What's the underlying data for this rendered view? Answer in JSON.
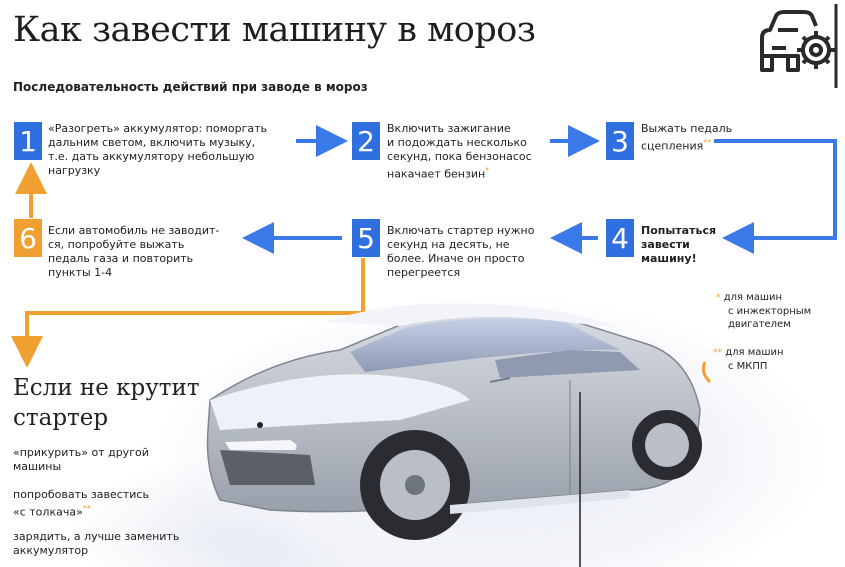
{
  "header": {
    "title": "Как завести машину в мороз",
    "subtitle": "Последовательность действий при заводе в мороз"
  },
  "steps": [
    {
      "num": "1",
      "lines": [
        "«Разогреть» аккумулятор: поморгать",
        "дальним светом, включить музыку,",
        "т.е. дать аккумулятору небольшую",
        "нагрузку"
      ]
    },
    {
      "num": "2",
      "lines": [
        "Включить зажигание",
        "и подождать несколько",
        "секунд, пока бензонасос",
        "накачает бензин"
      ],
      "mark": "*"
    },
    {
      "num": "3",
      "lines": [
        "Выжать педаль",
        "сцепления"
      ],
      "mark": "**"
    },
    {
      "num": "4",
      "lines": [
        "Попытаться",
        "завести",
        "машину!"
      ]
    },
    {
      "num": "5",
      "lines": [
        "Включать стартер нужно",
        "секунд на десять, не",
        "более. Иначе он просто",
        "перегреется"
      ]
    },
    {
      "num": "6",
      "lines": [
        "Если автомобиль не заводит-",
        "ся, попробуйте выжать",
        "педаль газа и повторить",
        "пункты 1-4"
      ]
    }
  ],
  "no_start": {
    "title_lines": [
      "Если не крутит",
      "стартер"
    ],
    "tips": [
      {
        "lines": [
          "«прикурить» от другой",
          "машины"
        ]
      },
      {
        "lines": [
          "попробовать завестись",
          "«с толкача»"
        ],
        "mark": "**"
      },
      {
        "lines": [
          "зарядить, а лучше заменить",
          "аккумулятор"
        ]
      }
    ]
  },
  "notes": [
    {
      "mark": "*",
      "lines": [
        "для машин",
        "с инжекторным",
        "двигателем"
      ]
    },
    {
      "mark": "**",
      "lines": [
        "для машин",
        "с МКПП"
      ]
    }
  ],
  "colors": {
    "step_blue": "#2f6fe0",
    "step_orange": "#f0a030",
    "arrow_blue": "#3a7ae8",
    "arrow_orange": "#f0a030"
  },
  "icons": {
    "logo": "car-gear-icon"
  }
}
